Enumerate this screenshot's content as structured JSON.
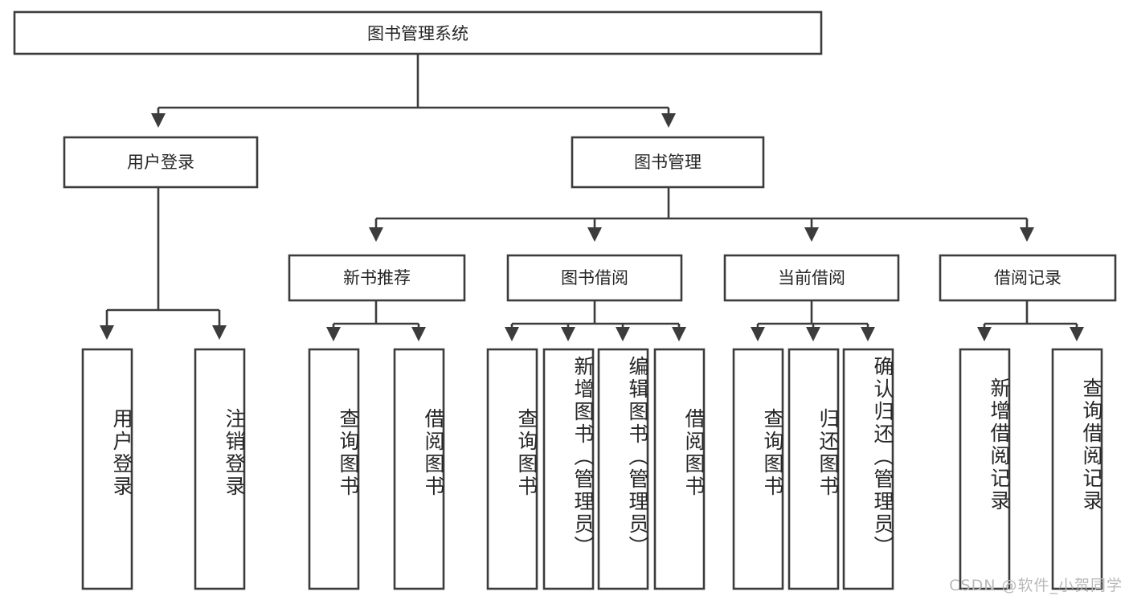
{
  "diagram": {
    "type": "tree-hierarchy",
    "title": "图书管理系统",
    "watermark": "CSDN @软件_小贺同学",
    "colors": {
      "stroke": "#3c3c3c",
      "fill": "#ffffff",
      "text": "#262626",
      "watermark": "#b9b9b9",
      "background": "#ffffff"
    },
    "levels": {
      "root": {
        "label": "图书管理系统"
      },
      "level2": [
        {
          "label": "用户登录"
        },
        {
          "label": "图书管理"
        }
      ],
      "level3": [
        {
          "label": "新书推荐"
        },
        {
          "label": "图书借阅"
        },
        {
          "label": "当前借阅"
        },
        {
          "label": "借阅记录"
        }
      ],
      "leaves": [
        {
          "label": "用户登录",
          "parent": "用户登录"
        },
        {
          "label": "注销登录",
          "parent": "用户登录"
        },
        {
          "label": "查询图书",
          "parent": "新书推荐"
        },
        {
          "label": "借阅图书",
          "parent": "新书推荐"
        },
        {
          "label": "查询图书",
          "parent": "图书借阅"
        },
        {
          "label": "新增图书（管理员）",
          "parent": "图书借阅"
        },
        {
          "label": "编辑图书（管理员）",
          "parent": "图书借阅"
        },
        {
          "label": "借阅图书",
          "parent": "图书借阅"
        },
        {
          "label": "查询图书",
          "parent": "当前借阅"
        },
        {
          "label": "归还图书",
          "parent": "当前借阅"
        },
        {
          "label": "确认归还（管理员）",
          "parent": "当前借阅"
        },
        {
          "label": "新增借阅记录",
          "parent": "借阅记录"
        },
        {
          "label": "查询借阅记录",
          "parent": "借阅记录"
        }
      ]
    }
  }
}
